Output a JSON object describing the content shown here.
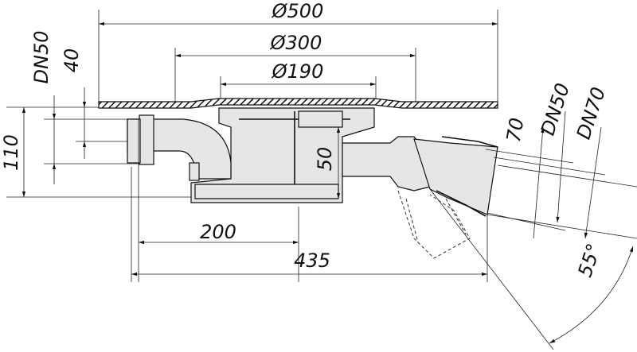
{
  "dimensions": {
    "d500": "Ø500",
    "d300": "Ø300",
    "d190": "Ø190",
    "dn50_left": "DN50",
    "h40": "40",
    "h110": "110",
    "h50": "50",
    "h70": "70",
    "dn50_right": "DN50",
    "dn70_right": "DN70",
    "l200": "200",
    "l435": "435",
    "angle55": "55°"
  }
}
